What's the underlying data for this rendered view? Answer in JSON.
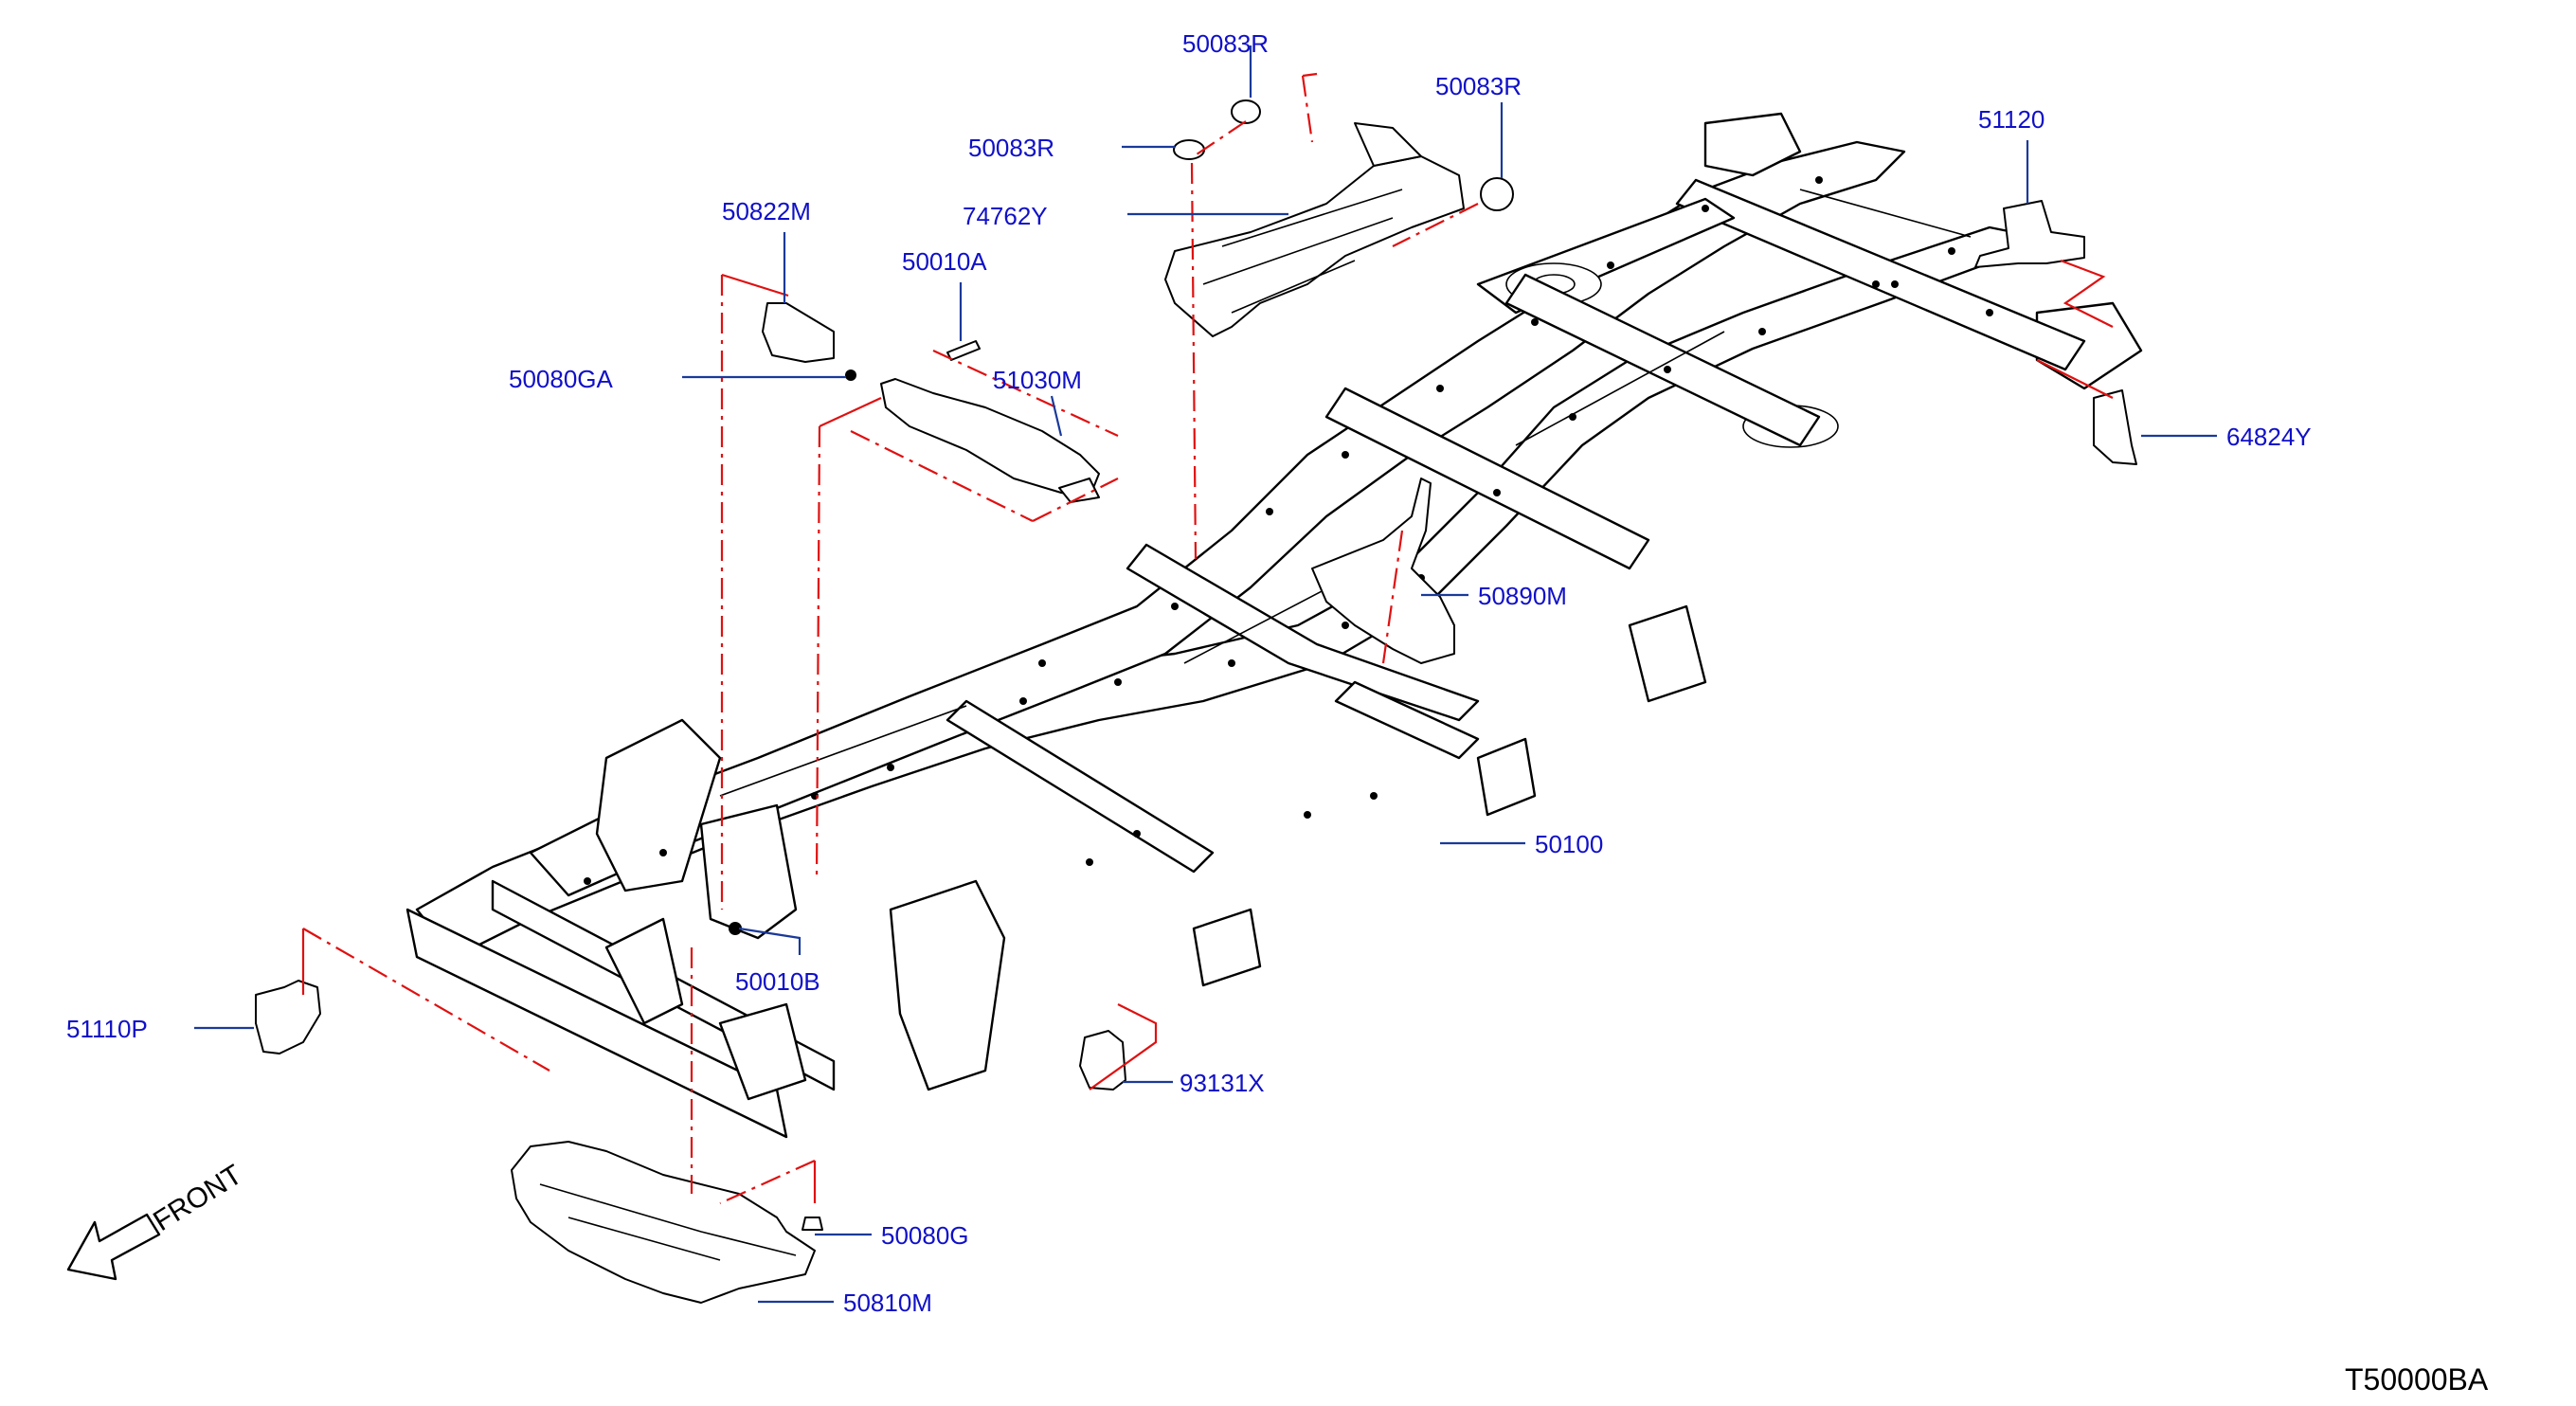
{
  "diagram": {
    "code": "T50000BA",
    "front_label": "FRONT",
    "colors": {
      "callout_text": "#1010c8",
      "leader": "#1a3a9a",
      "phantom_line": "#e01010",
      "linework": "#000000"
    },
    "callouts": {
      "c_50083R_a": "50083R",
      "c_50083R_b": "50083R",
      "c_50083R_c": "50083R",
      "c_74762Y": "74762Y",
      "c_50822M": "50822M",
      "c_50010A": "50010A",
      "c_50080GA": "50080GA",
      "c_51030M": "51030M",
      "c_51120": "51120",
      "c_64824Y": "64824Y",
      "c_50890M": "50890M",
      "c_50100": "50100",
      "c_50010B": "50010B",
      "c_51110P": "51110P",
      "c_93131X": "93131X",
      "c_50080G": "50080G",
      "c_50810M": "50810M"
    }
  }
}
